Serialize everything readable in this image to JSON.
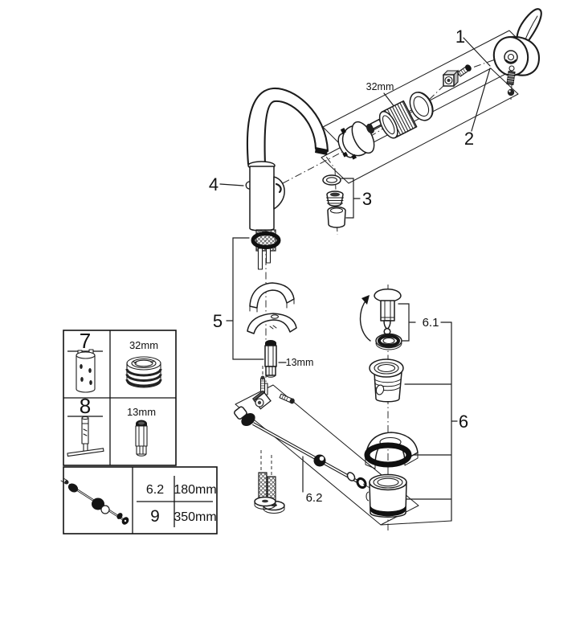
{
  "colors": {
    "line": "#1c1c1c",
    "background": "#ffffff",
    "black_fill": "#141414"
  },
  "callouts": {
    "handle": "1",
    "cartridge": "2",
    "aerator": "3",
    "body": "4",
    "mounting": "5",
    "drain": "6",
    "plug": "6.1",
    "rod": "6.2"
  },
  "dimension_labels": {
    "cartridge_ring": "32mm",
    "mounting_bolt": "13mm"
  },
  "tools_table": {
    "rows": [
      {
        "ref": "7",
        "size": "32mm"
      },
      {
        "ref": "8",
        "size": "13mm"
      }
    ]
  },
  "length_table": {
    "rows": [
      {
        "ref": "6.2",
        "length": "180mm"
      },
      {
        "ref": "9",
        "length": "350mm"
      }
    ]
  }
}
